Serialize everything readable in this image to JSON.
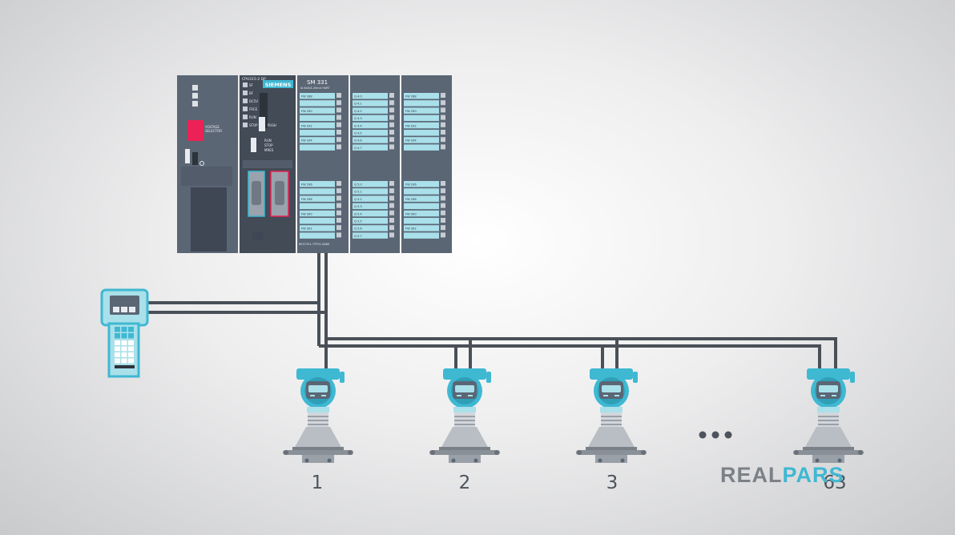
{
  "plc": {
    "ps_text_1": "VOLTAGE",
    "ps_text_2": "SELECTOR",
    "cpu_model": "CPU315-2 DP",
    "brand": "SIEMENS",
    "cpu_leds": [
      "SF",
      "BF",
      "DC5V",
      "FRCE",
      "RUN",
      "STOP"
    ],
    "push_label": "PUSH",
    "mode_labels": [
      "RUN",
      "STOP",
      "MRES"
    ],
    "sm_title": "SM 331",
    "sm_subtitle": "AI 8x0/4-20mA HART",
    "sm_part": "6ES7331-7TF01-0AB0",
    "module2_labels_top": [
      "FW 288",
      "FW 290",
      "FW 292",
      "FW 294"
    ],
    "module2_labels_bottom": [
      "FW 296",
      "FW 298",
      "FW 300",
      "FW 302"
    ],
    "module3_labels_top": [
      "Q 4.0",
      "Q 4.1",
      "Q 4.2",
      "Q 4.3",
      "Q 4.4",
      "Q 4.5",
      "Q 4.6",
      "Q 4.7"
    ],
    "module3_labels_bottom": [
      "Q 5.0",
      "Q 5.1",
      "Q 5.2",
      "Q 5.3",
      "Q 5.4",
      "Q 5.5",
      "Q 5.6",
      "Q 5.7"
    ],
    "module4_labels_top": [
      "FW 288",
      "FW 290",
      "FW 292",
      "FW 294"
    ],
    "module4_labels_bottom": [
      "FW 296",
      "FW 298",
      "FW 300",
      "FW 302"
    ]
  },
  "devices": [
    {
      "label": "1"
    },
    {
      "label": "2"
    },
    {
      "label": "3"
    },
    {
      "label": "63"
    }
  ],
  "logo": {
    "part1": "REAL",
    "part2": "PARS"
  },
  "colors": {
    "panel": "#5b6675",
    "teal": "#3fb8d2",
    "wire": "#4a5058",
    "slot": "#a9e0ea",
    "alarm": "#ec2155"
  }
}
